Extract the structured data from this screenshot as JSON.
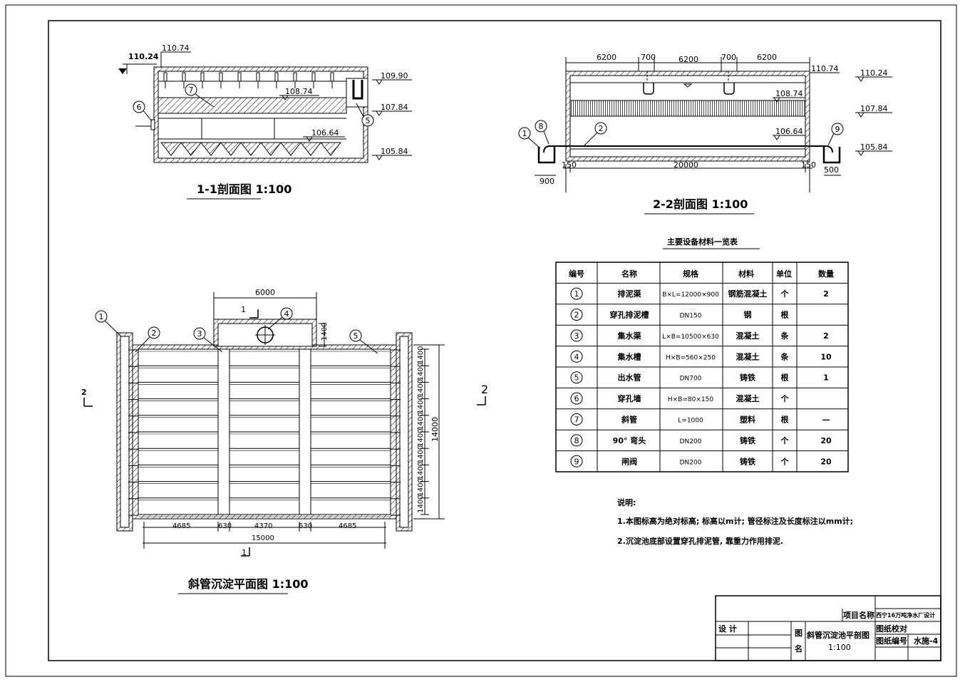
{
  "section11": {
    "title": "1-1剖面图  1:100",
    "levels": [
      "110.24",
      "110.74",
      "109.90",
      "108.74",
      "107.84",
      "106.64",
      "105.84"
    ],
    "callouts": [
      "7",
      "6",
      "5"
    ]
  },
  "section22": {
    "title": "2-2剖面图  1:100",
    "top_dims": [
      "6200",
      "700",
      "6200",
      "700",
      "6200"
    ],
    "bottom_dims": [
      "150",
      "20000",
      "150",
      "900",
      "500"
    ],
    "levels": [
      "110.74",
      "110.24",
      "108.74",
      "107.84",
      "106.64",
      "105.84"
    ],
    "callouts": [
      "1",
      "8",
      "2",
      "9"
    ]
  },
  "plan": {
    "title": "斜管沉淀平面图  1:100",
    "top_dim": "6000",
    "outlet_dim": "1400",
    "section_marks": [
      "1",
      "1",
      "2",
      "2"
    ],
    "callouts": [
      "1",
      "2",
      "3",
      "4",
      "5"
    ],
    "row_dims": [
      "1400",
      "1400",
      "1400",
      "1400",
      "1400",
      "1400",
      "1400",
      "1400",
      "1400",
      "1400"
    ],
    "total_height": "14000",
    "bottom_dims": [
      "4685",
      "630",
      "4370",
      "630",
      "4685"
    ],
    "total_width": "15000"
  },
  "table": {
    "title": "主要设备材料一览表",
    "headers": [
      "编号",
      "名称",
      "规格",
      "材料",
      "单位",
      "数量"
    ],
    "rows": [
      {
        "no": "1",
        "name": "排泥渠",
        "spec": "B×L=12000×900",
        "material": "钢筋混凝土",
        "unit": "个",
        "qty": "2"
      },
      {
        "no": "2",
        "name": "穿孔排泥槽",
        "spec": "DN150",
        "material": "钢",
        "unit": "根",
        "qty": ""
      },
      {
        "no": "3",
        "name": "集水渠",
        "spec": "L×B=10500×630",
        "material": "混凝土",
        "unit": "条",
        "qty": "2"
      },
      {
        "no": "4",
        "name": "集水槽",
        "spec": "H×B=560×250",
        "material": "混凝土",
        "unit": "条",
        "qty": "10"
      },
      {
        "no": "5",
        "name": "出水管",
        "spec": "DN700",
        "material": "铸铁",
        "unit": "根",
        "qty": "1"
      },
      {
        "no": "6",
        "name": "穿孔墙",
        "spec": "H×B=80×150",
        "material": "混凝土",
        "unit": "个",
        "qty": ""
      },
      {
        "no": "7",
        "name": "斜管",
        "spec": "L=1000",
        "material": "塑料",
        "unit": "根",
        "qty": "—"
      },
      {
        "no": "8",
        "name": "90° 弯头",
        "spec": "DN200",
        "material": "铸铁",
        "unit": "个",
        "qty": "20"
      },
      {
        "no": "9",
        "name": "闸阀",
        "spec": "DN200",
        "material": "铸铁",
        "unit": "个",
        "qty": "20"
      }
    ]
  },
  "notes": {
    "heading": "说明:",
    "items": [
      "1.本图标高为绝对标高; 标高以m计; 管径标注及长度标注以mm计;",
      "2.沉淀池底部设置穿孔排泥管, 靠重力作用排泥."
    ]
  },
  "title_block": {
    "project_label": "项目名称",
    "project_name": "西宁16万吨净水厂设计",
    "design_label": "设  计",
    "drawing_label_1": "图",
    "drawing_label_2": "名",
    "drawing_name": "斜管沉淀池平剖图",
    "scale": "1:100",
    "check_label": "图纸校对",
    "number_label": "图纸编号",
    "number": "水施-4"
  }
}
